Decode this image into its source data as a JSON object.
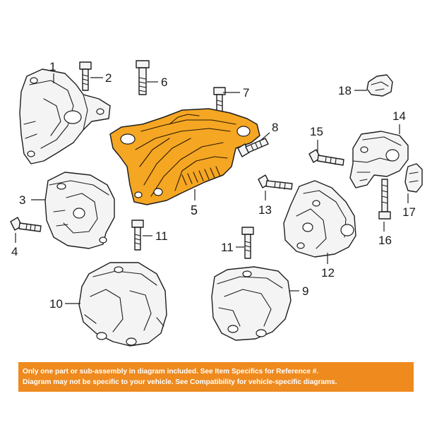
{
  "callouts": {
    "c1": "1",
    "c2": "2",
    "c3": "3",
    "c4": "4",
    "c5": "5",
    "c6": "6",
    "c7": "7",
    "c8": "8",
    "c9": "9",
    "c10": "10",
    "c11a": "11",
    "c11b": "11",
    "c12": "12",
    "c13": "13",
    "c14": "14",
    "c15": "15",
    "c16": "16",
    "c17": "17",
    "c18": "18"
  },
  "notice": {
    "line1": "Only one part or sub-assembly in diagram included. See Item Specifics for Reference #.",
    "line2": "Diagram may not be specific to your vehicle. See Compatibility for vehicle-specific diagrams."
  },
  "colors": {
    "highlight": "#f5a623",
    "notice_background": "#ee8a1e",
    "notice_text": "#ffffff",
    "line_art": "#1e1e1e"
  }
}
